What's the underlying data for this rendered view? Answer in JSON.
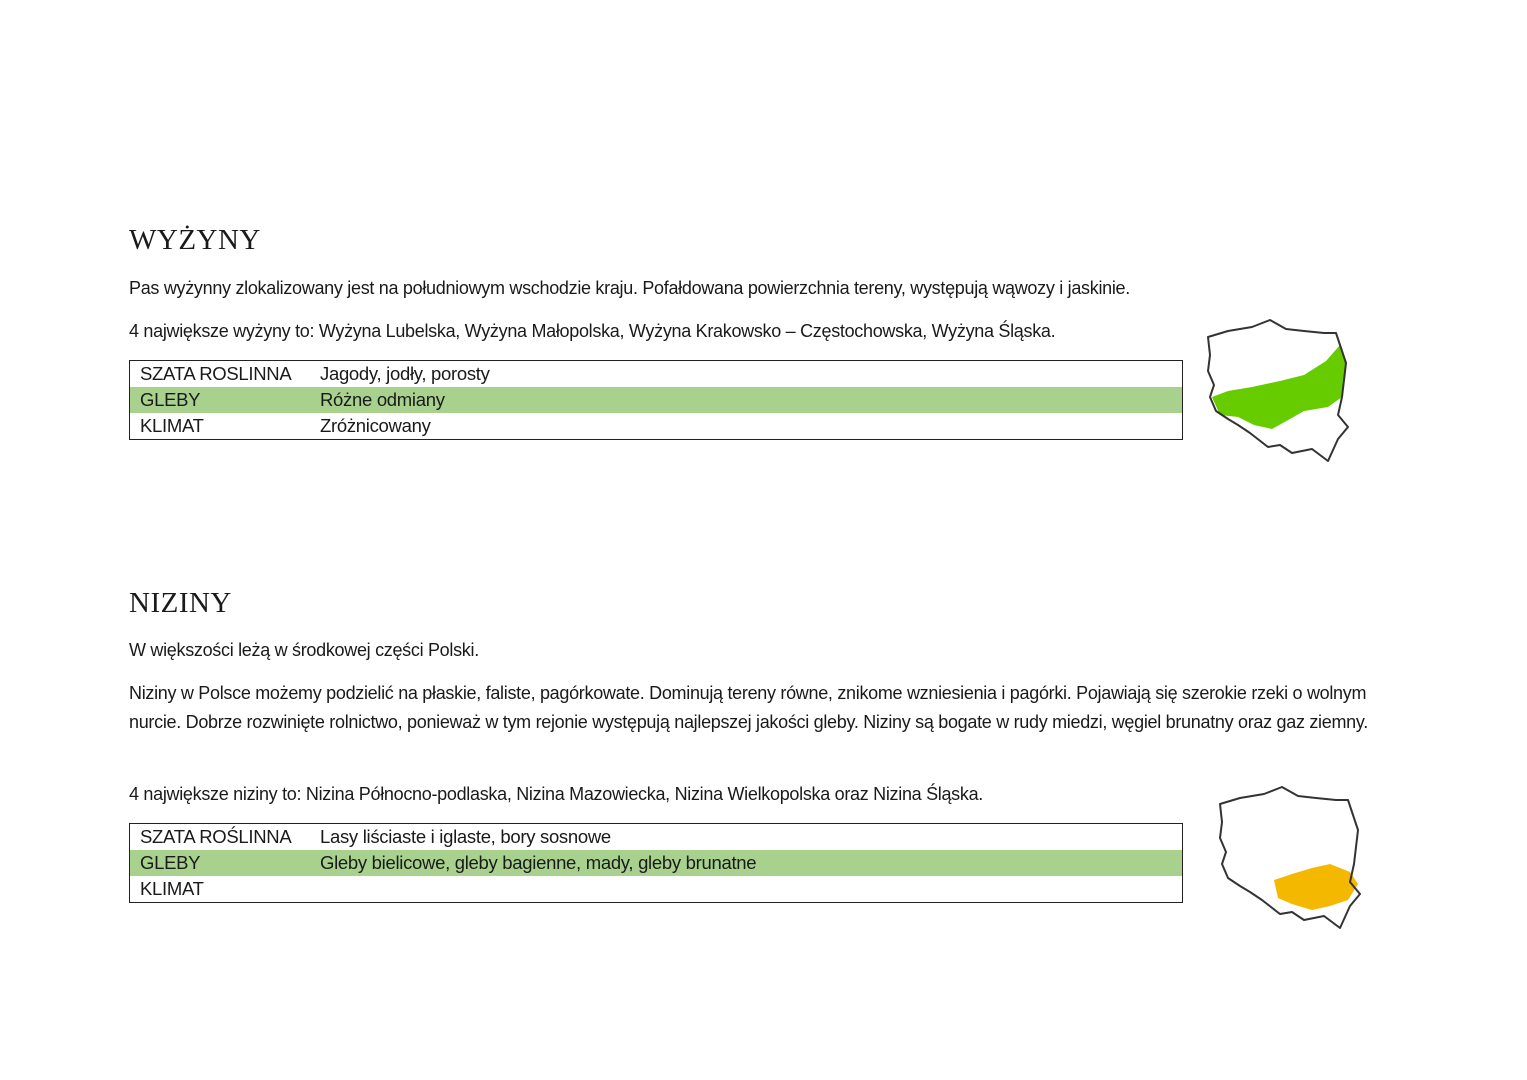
{
  "sections": {
    "wyzyny": {
      "title": "WYŻYNY",
      "p1": "Pas wyżynny zlokalizowany jest na południowym wschodzie kraju. Pofałdowana powierzchnia tereny, występują wąwozy i jaskinie.",
      "p2": "4 największe wyżyny to: Wyżyna Lubelska, Wyżyna Małopolska, Wyżyna Krakowsko – Częstochowska, Wyżyna Śląska.",
      "table": [
        {
          "key": "SZATA ROSLINNA",
          "value": "Jagody, jodły, porosty"
        },
        {
          "key": "GLEBY",
          "value": "Różne odmiany"
        },
        {
          "key": "KLIMAT",
          "value": "Zróżnicowany"
        }
      ],
      "map_color": "#66cc00"
    },
    "niziny": {
      "title": "NIZINY",
      "p1": "W większości leżą w środkowej części Polski.",
      "p2": "Niziny w Polsce możemy podzielić na płaskie, faliste, pagórkowate. Dominują tereny równe, znikome wzniesienia i pagórki. Pojawiają się szerokie rzeki o wolnym nurcie. Dobrze rozwinięte rolnictwo, ponieważ w tym rejonie występują najlepszej jakości gleby. Niziny są bogate w rudy miedzi, węgiel brunatny oraz gaz ziemny.",
      "p3": "4 największe niziny to: Nizina Północno-podlaska, Nizina Mazowiecka, Nizina Wielkopolska oraz Nizina Śląska.",
      "table": [
        {
          "key": "SZATA ROŚLINNA",
          "value": "Lasy liściaste i iglaste, bory sosnowe"
        },
        {
          "key": "GLEBY",
          "value": "Gleby bielicowe, gleby bagienne, mady, gleby brunatne"
        },
        {
          "key": "KLIMAT",
          "value": ""
        }
      ],
      "map_color": "#f5b800"
    }
  }
}
